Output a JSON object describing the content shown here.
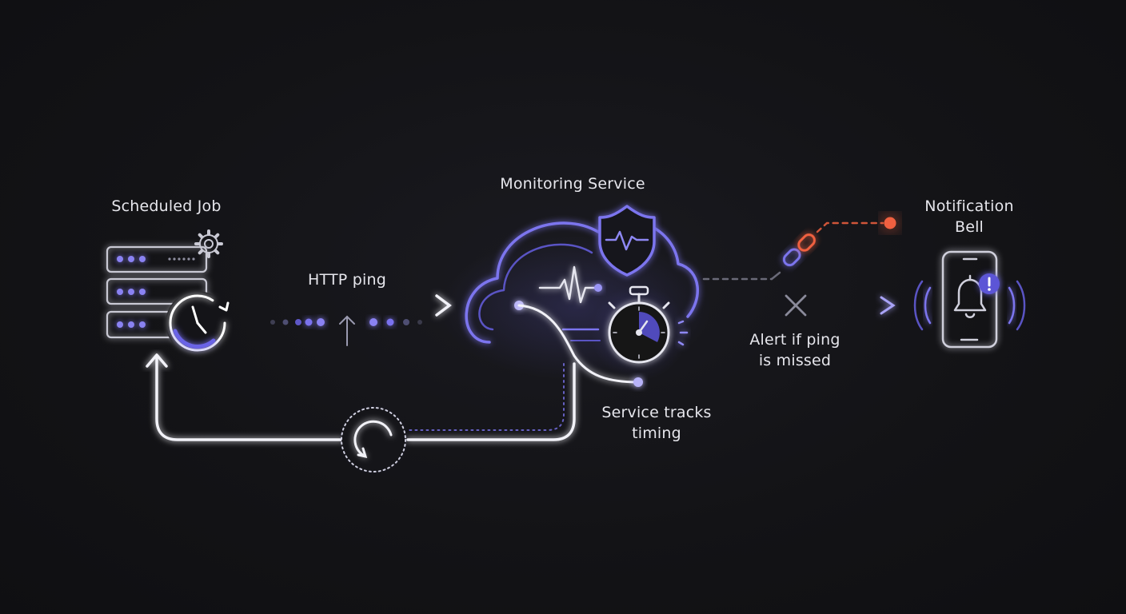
{
  "nodes": {
    "scheduled_job": {
      "label": "Scheduled Job",
      "icon": "server-clock-icon"
    },
    "monitoring_service": {
      "label": "Monitoring Service",
      "icon": "cloud-shield-icon"
    },
    "notification_bell": {
      "label_line1": "Notification",
      "label_line2": "Bell",
      "icon": "phone-bell-icon"
    }
  },
  "edges": {
    "http_ping": {
      "label": "HTTP ping"
    },
    "service_tracks_timing": {
      "label_line1": "Service tracks",
      "label_line2": "timing"
    },
    "alert": {
      "label_line1": "Alert if ping",
      "label_line2": "is missed"
    },
    "loop_back": {
      "icon": "refresh-icon"
    }
  },
  "colors": {
    "background": "#131316",
    "stroke": "#e8e8f0",
    "accent": "#6b63e6",
    "accent_light": "#9a94f5",
    "alert": "#f0603f",
    "text": "#e6e6ec"
  }
}
